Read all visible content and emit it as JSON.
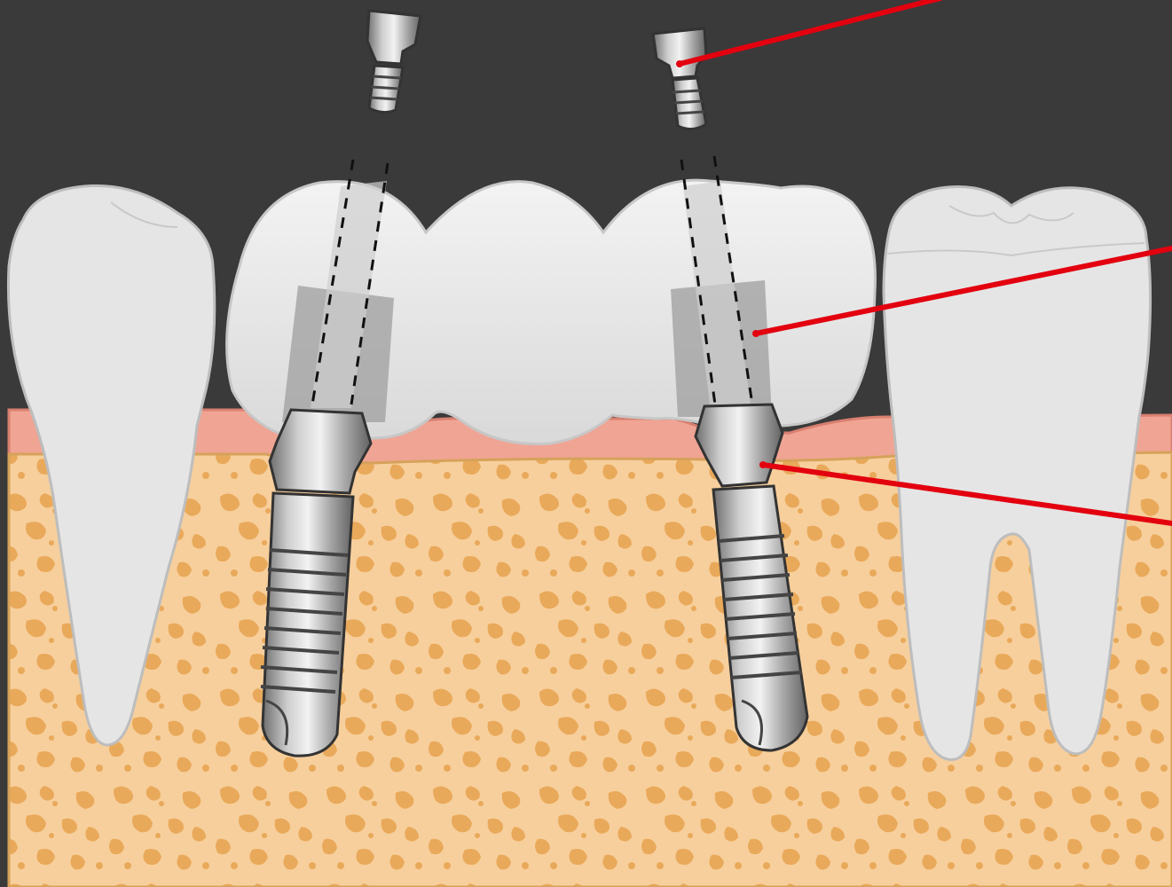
{
  "diagram": {
    "colors": {
      "background": "#3a3a3a",
      "bone": "#f7cf9c",
      "bone_spots": "#e9a95a",
      "gum": "#f0a494",
      "gum_edge": "#d97f70",
      "tooth": "#e5e5e5",
      "tooth_outline": "#bdbdbd",
      "bridge": "#e2e2e2",
      "abutment_shadow": "#9e9e9e",
      "metal_light": "#e9e9e9",
      "metal_dark": "#6e6e6e",
      "leader_line": "#e3000f"
    },
    "parts": [
      "natural-tooth-left",
      "natural-tooth-right",
      "implant-bridge",
      "implant-left",
      "implant-right",
      "retaining-screw-left",
      "retaining-screw-right"
    ],
    "leader_lines": [
      "leader-line-screw",
      "leader-line-bridge",
      "leader-line-implant"
    ]
  }
}
